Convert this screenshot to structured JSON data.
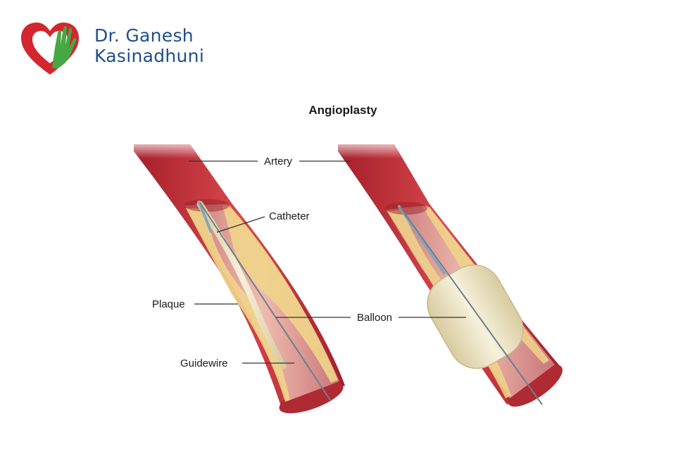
{
  "brand": {
    "name_line1": "Dr. Ganesh",
    "name_line2": "Kasinadhuni",
    "colors": {
      "heart": "#d3262f",
      "hand": "#46a843",
      "text": "#1f4f8b"
    }
  },
  "diagram": {
    "title": "Angioplasty",
    "labels": {
      "artery": "Artery",
      "catheter": "Catheter",
      "plaque": "Plaque",
      "balloon": "Balloon",
      "guidewire": "Guidewire"
    },
    "colors": {
      "artery": "#c8313a",
      "artery_inner": "#d9878a",
      "plaque": "#f0d48a",
      "balloon": "#ece3c2"
    }
  }
}
